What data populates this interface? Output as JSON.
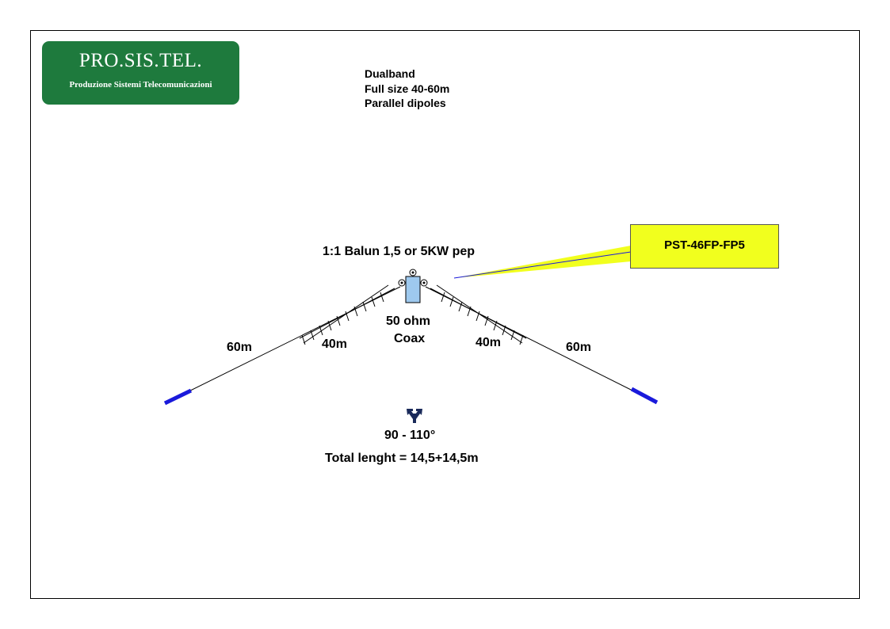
{
  "logo": {
    "title": "PRO.SIS.TEL.",
    "subtitle": "Produzione Sistemi Telecomunicazioni",
    "color": "#1e7a3d"
  },
  "description": {
    "line1": "Dualband",
    "line2": "Full size 40-60m",
    "line3": "Parallel dipoles"
  },
  "balun_label": "1:1  Balun 1,5 or 5KW pep",
  "model_callout": {
    "text": "PST-46FP-FP5",
    "color": "#f1ff1e"
  },
  "feedline": {
    "line1": "50 ohm",
    "line2": "Coax"
  },
  "left_arm": {
    "inner_label": "40m",
    "outer_label": "60m"
  },
  "right_arm": {
    "inner_label": "40m",
    "outer_label": "60m"
  },
  "angle_label": "90 - 110°",
  "total_length": "Total lenght = 14,5+14,5m",
  "colors": {
    "insulator": "#1a1adb",
    "balun": "#9ec9ee",
    "angle_icon": "#1a2a5a"
  }
}
